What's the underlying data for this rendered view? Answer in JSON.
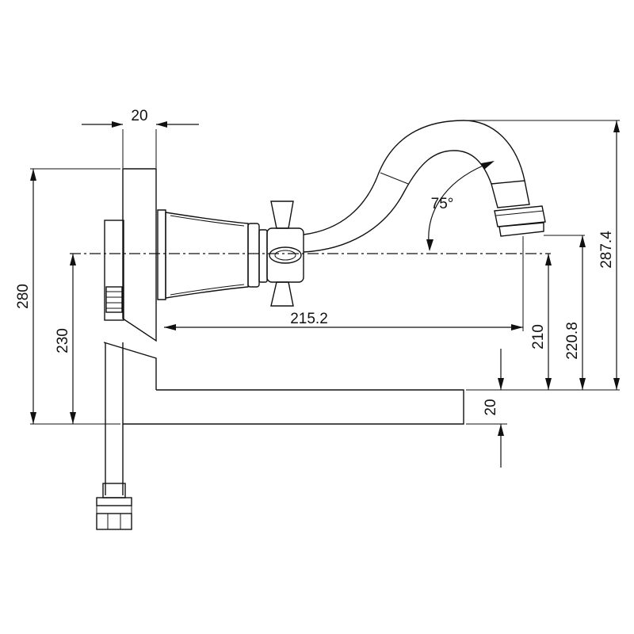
{
  "drawing": {
    "dimensions": {
      "wall_thickness": "20",
      "total_height": "280",
      "outlet_axis_height": "230",
      "projection": "215.2",
      "spout_angle": "75°",
      "height_210": "210",
      "height_220_8": "220.8",
      "height_287_4": "287.4",
      "bottom_plate": "20"
    }
  }
}
